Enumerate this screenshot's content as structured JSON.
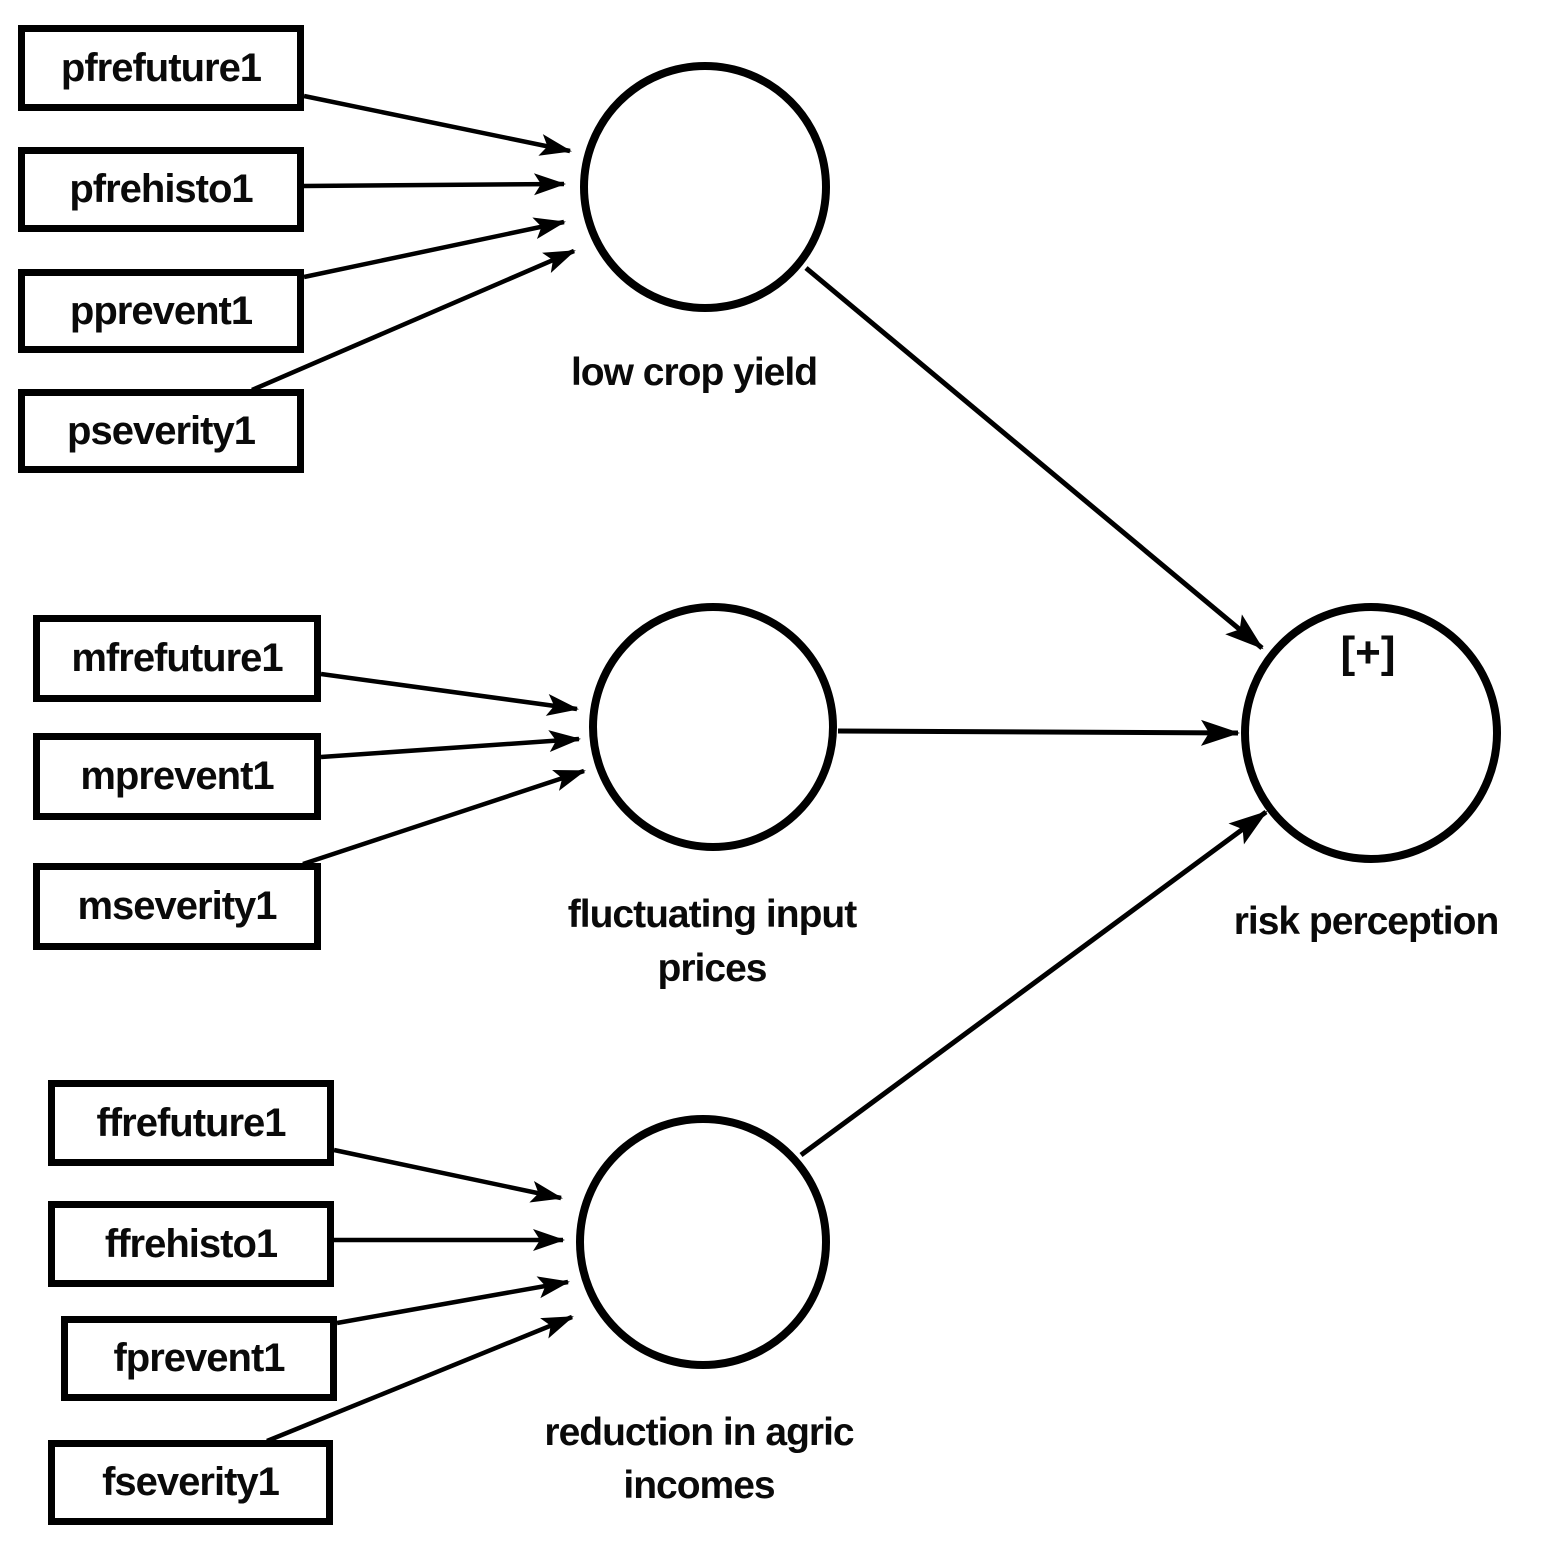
{
  "figure": {
    "type": "pls-sem-path-diagram",
    "colors": {
      "background": "#ffffff",
      "stroke": "#000000",
      "text": "#0a0a0a"
    }
  },
  "latents": {
    "low_crop_yield": {
      "label": "low crop yield"
    },
    "fluctuating_input_prices": {
      "label_line1": "fluctuating input",
      "label_line2": "prices"
    },
    "reduction_in_agric_incomes": {
      "label_line1": "reduction in agric",
      "label_line2": "incomes"
    },
    "risk_perception": {
      "label": "risk perception",
      "badge": "[+]"
    }
  },
  "indicators": {
    "low_crop_yield": [
      "pfrefuture1",
      "pfrehisto1",
      "pprevent1",
      "pseverity1"
    ],
    "fluctuating_input_prices": [
      "mfrefuture1",
      "mprevent1",
      "mseverity1"
    ],
    "reduction_in_agric_incomes": [
      "ffrefuture1",
      "ffrehisto1",
      "fprevent1",
      "fseverity1"
    ]
  },
  "paths": [
    {
      "from": "low crop yield",
      "to": "risk perception"
    },
    {
      "from": "fluctuating input prices",
      "to": "risk perception"
    },
    {
      "from": "reduction in agric incomes",
      "to": "risk perception"
    }
  ]
}
